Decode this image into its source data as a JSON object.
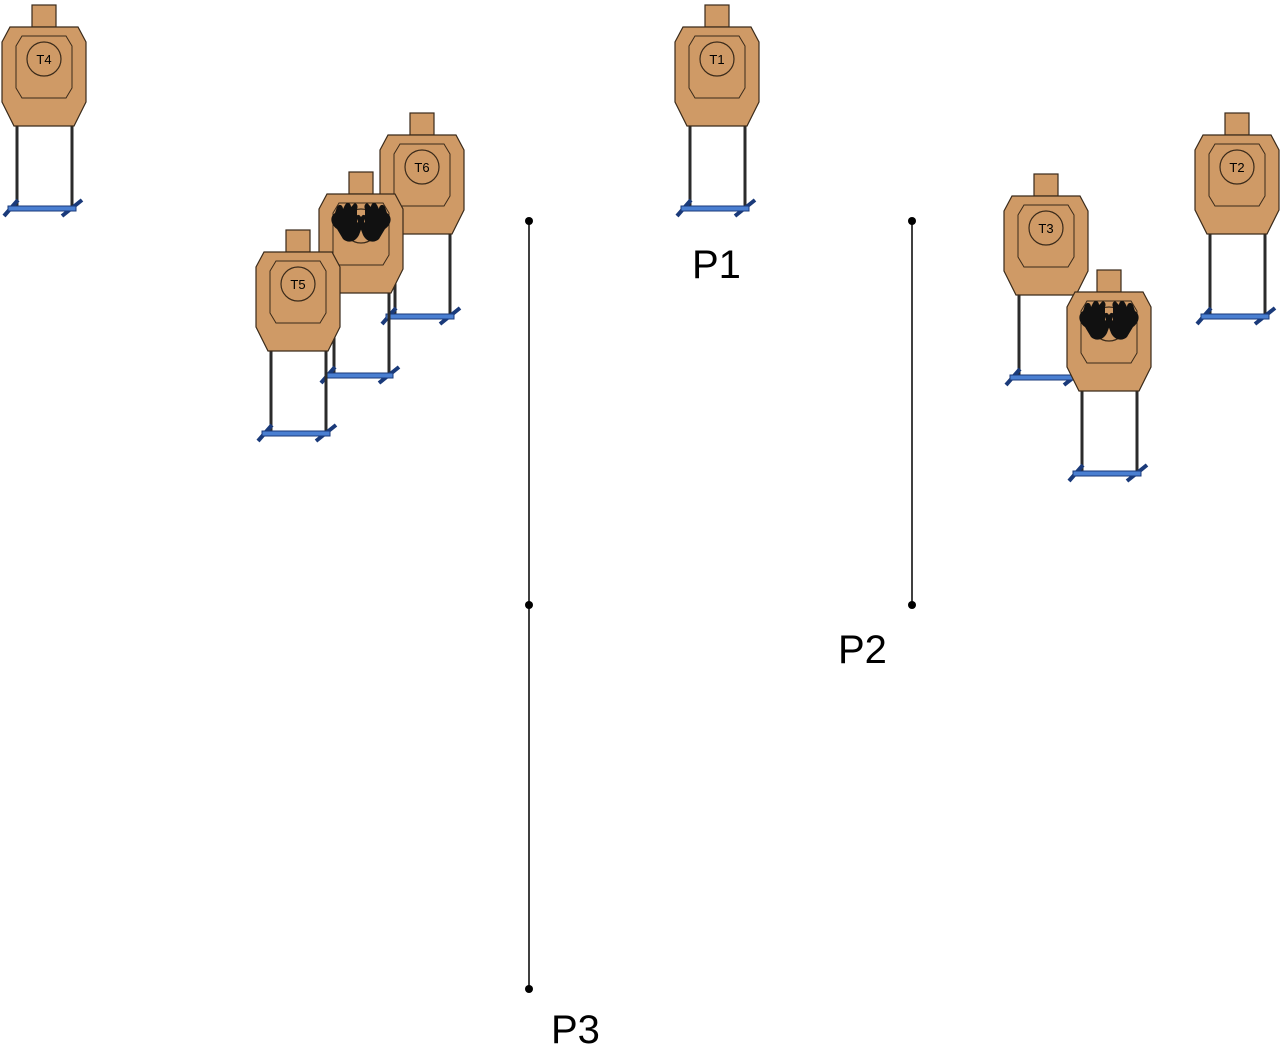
{
  "colors": {
    "target_fill": "#cf9a66",
    "target_stroke": "#3a2a1a",
    "stand_leg": "#2b2b2b",
    "stand_base": "#4a7fd1",
    "hands": "#111111",
    "line": "#000000"
  },
  "targets": [
    {
      "label": "T1",
      "type": "shoot"
    },
    {
      "label": "T2",
      "type": "shoot"
    },
    {
      "label": "T3",
      "type": "shoot"
    },
    {
      "label": "T4",
      "type": "shoot"
    },
    {
      "label": "T5",
      "type": "shoot"
    },
    {
      "label": "T6",
      "type": "shoot"
    },
    {
      "label": "",
      "type": "no-shoot",
      "icon": "hands-up-icon"
    },
    {
      "label": "",
      "type": "no-shoot",
      "icon": "hands-up-icon"
    }
  ],
  "positions": [
    {
      "label": "P1"
    },
    {
      "label": "P2"
    },
    {
      "label": "P3"
    }
  ]
}
